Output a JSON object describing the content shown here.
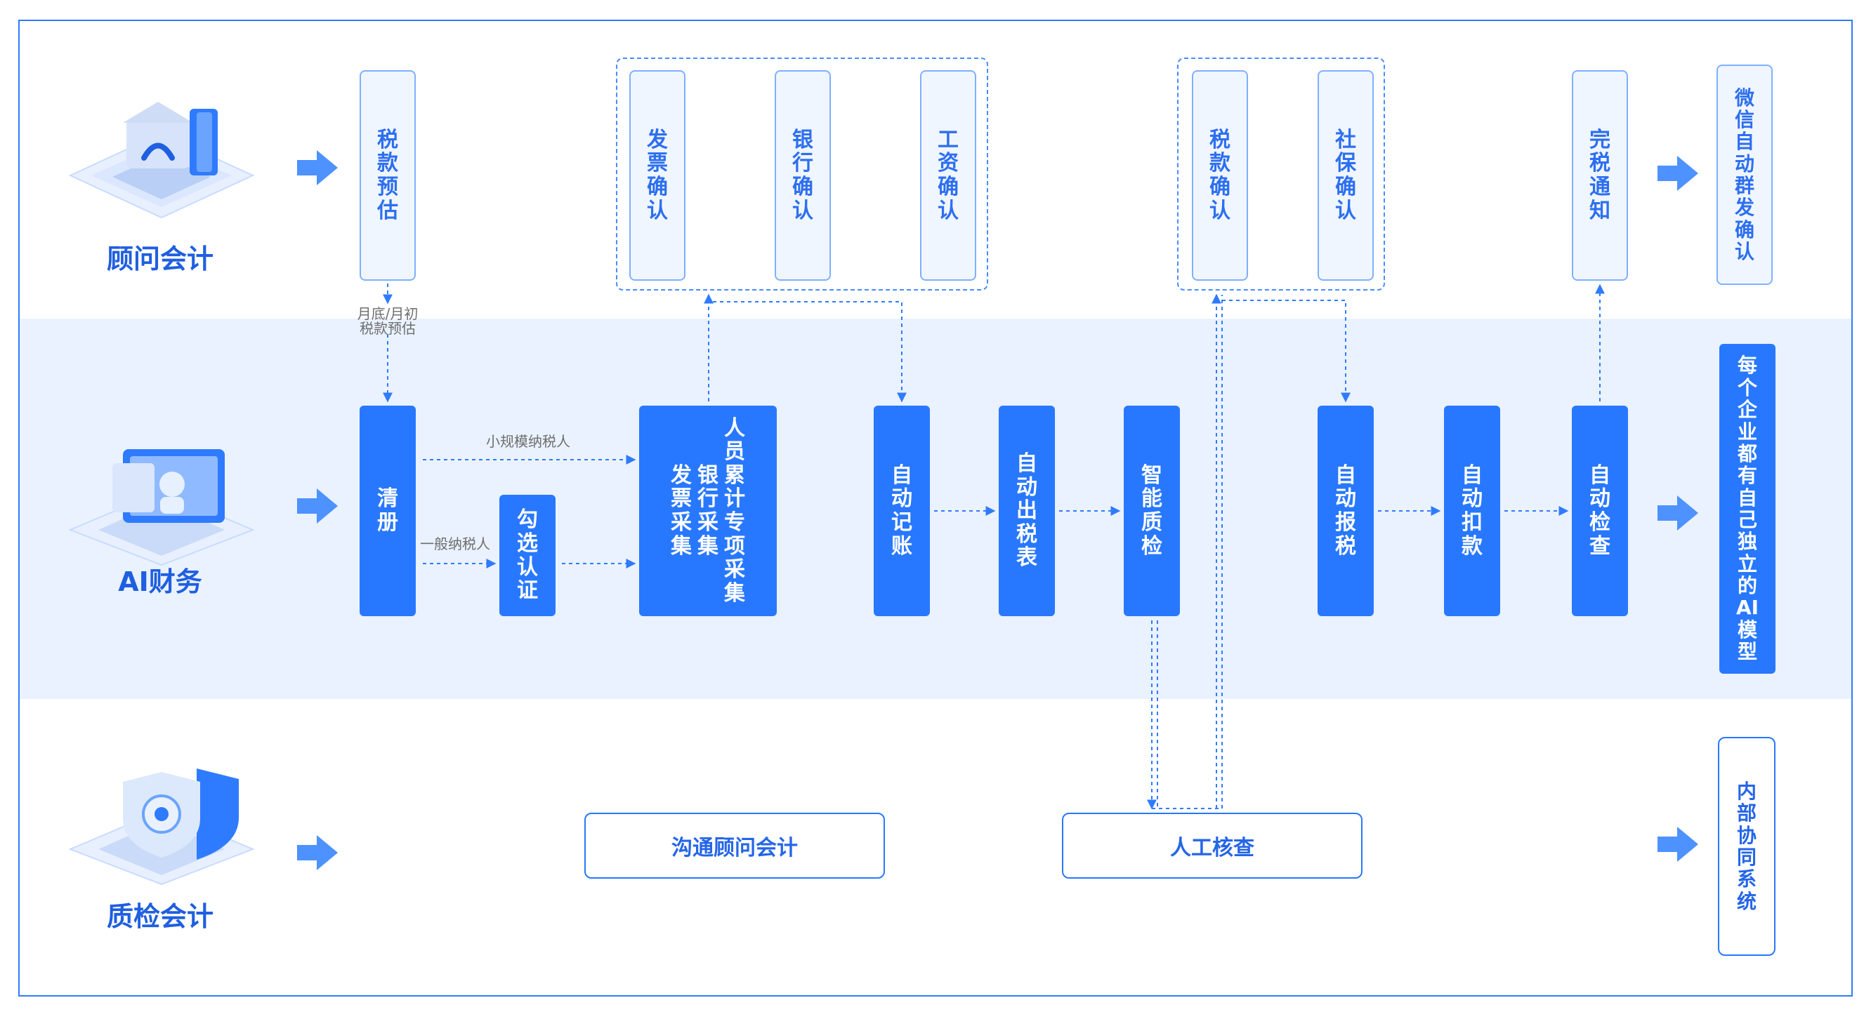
{
  "rows": {
    "advisor": "顾问会计",
    "ai": "AI财务",
    "qc": "质检会计"
  },
  "top": {
    "tax_estimate": "税款预估",
    "invoice_confirm": "发票确认",
    "bank_confirm": "银行确认",
    "salary_confirm": "工资确认",
    "tax_confirm": "税款确认",
    "social_confirm": "社保确认",
    "completion_notice": "完税通知",
    "wechat_confirm": "微信自动群发确认"
  },
  "middle": {
    "clear_books": "清册",
    "check_cert": "勾选认证",
    "collect_col1": "人员累计专项采集",
    "collect_col2": "银行采集",
    "collect_col3": "发票采集",
    "auto_bookkeeping": "自动记账",
    "auto_report": "自动出税表",
    "smart_qc": "智能质检",
    "auto_tax_filing": "自动报税",
    "auto_deduction": "自动扣款",
    "auto_check": "自动检查",
    "ai_model": "每个企业都有自己独立的AI模型"
  },
  "bottom": {
    "contact_advisor": "沟通顾问会计",
    "manual_review": "人工核查",
    "internal_system": "内部协同系统"
  },
  "labels": {
    "month_estimate_1": "月底/月初",
    "month_estimate_2": "税款预估",
    "small_scale": "小规模纳税人",
    "general": "一般纳税人"
  },
  "colors": {
    "primary": "#2878ff",
    "light_fill": "#f0f6ff",
    "band": "#eaf2ff",
    "heading": "#1f5fe0"
  },
  "icons": {
    "advisor": "house-headset-icon",
    "ai": "monitor-robot-icon",
    "qc": "shield-check-icon",
    "arrow": "arrow-right-icon"
  }
}
